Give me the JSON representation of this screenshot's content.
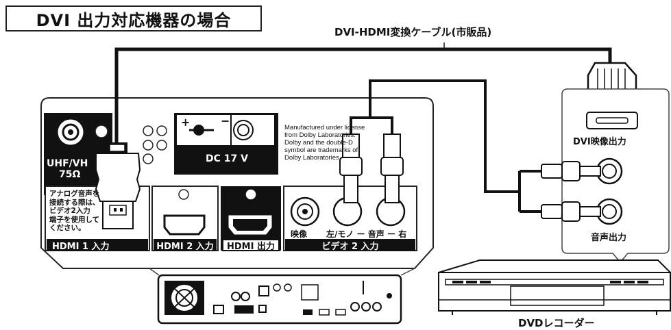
{
  "title": "DVI 出力対応機器の場合",
  "cable_label": "DVI-HDMI変換ケーブル(市販品)",
  "tv_panel": {
    "antenna_label_line1": "UHF/VH",
    "antenna_label_line2": "75Ω",
    "dc_label": "DC 17 V",
    "analog_note": "アナログ音声を\n接続する際は、\nビデオ2入力\n端子を使用して\nください。",
    "hdmi1_label": "HDMI 1 入力",
    "hdmi2_label": "HDMI 2 入力",
    "hdmi_out_label": "HDMI 出力",
    "video_label": "映像",
    "audio_label": "左/モノ ー 音声 ー 右",
    "video2_label": "ビデオ 2 入力",
    "dolby_notice": "Manufactured under license\nfrom Dolby Laboratories.\nDolby and the double-D\nsymbol are trademarks of\nDolby Laboratories."
  },
  "recorder": {
    "dvi_out_label": "DVI映像出力",
    "audio_out_label": "音声出力",
    "name": "DVDレコーダー"
  },
  "colors": {
    "line": "#111111",
    "panel_bg": "#ffffff",
    "label_bar": "#111111"
  }
}
